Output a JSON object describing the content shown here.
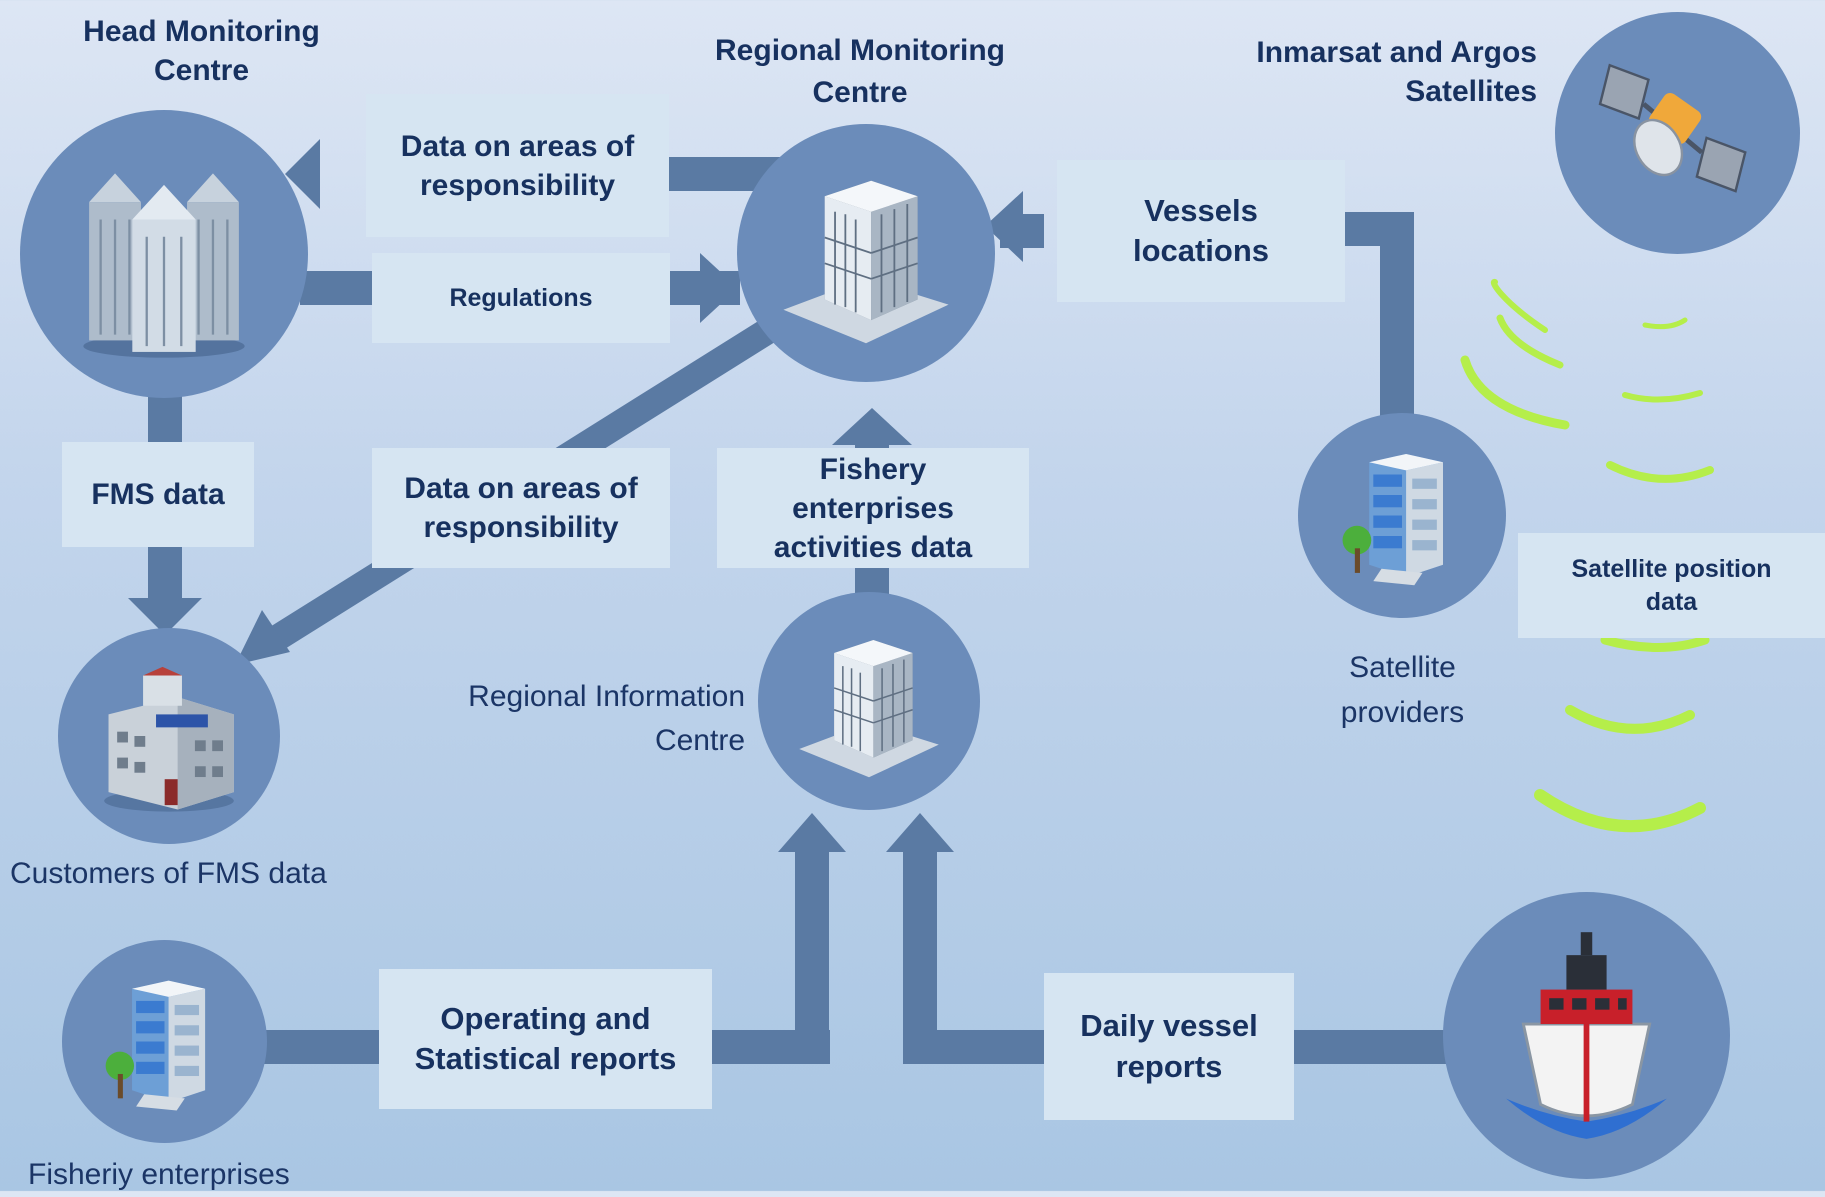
{
  "nodes": {
    "head_centre": {
      "title": "Head  Monitoring\nCentre",
      "icon": "office-towers-icon"
    },
    "regional_monitoring": {
      "title": "Regional Monitoring\nCentre",
      "icon": "office-building-icon"
    },
    "satellites": {
      "title": "Inmarsat and Argos\nSatellites",
      "icon": "satellite-icon"
    },
    "customers": {
      "label": "Customers of  FMS data",
      "icon": "www-building-icon"
    },
    "regional_information": {
      "label": "Regional Information\nCentre",
      "icon": "office-building-icon"
    },
    "satellite_providers": {
      "label": "Satellite\nproviders",
      "icon": "blue-building-icon"
    },
    "fishery_enterprises": {
      "label": "Fisheriy enterprises",
      "icon": "blue-building-icon"
    },
    "vessel": {
      "icon": "ship-icon"
    }
  },
  "flows": {
    "areas_top": "Data on areas of\nresponsibility",
    "regulations": "Regulations",
    "vessels_locations": "Vessels\nlocations",
    "fms_data": "FMS data",
    "areas_diag": "Data on areas of\nresponsibility",
    "fishery_activities": "Fishery\nenterprises\nactivities data",
    "satellite_position": "Satellite position\ndata",
    "operating_reports": "Operating and\nStatistical reports",
    "daily_reports": "Daily vessel\nreports"
  },
  "colors": {
    "flow": "#5a7aa3",
    "node": "#6b8cba",
    "label_box": "#d6e5f2",
    "text": "#17315f",
    "signal": "#b5ee4a"
  }
}
